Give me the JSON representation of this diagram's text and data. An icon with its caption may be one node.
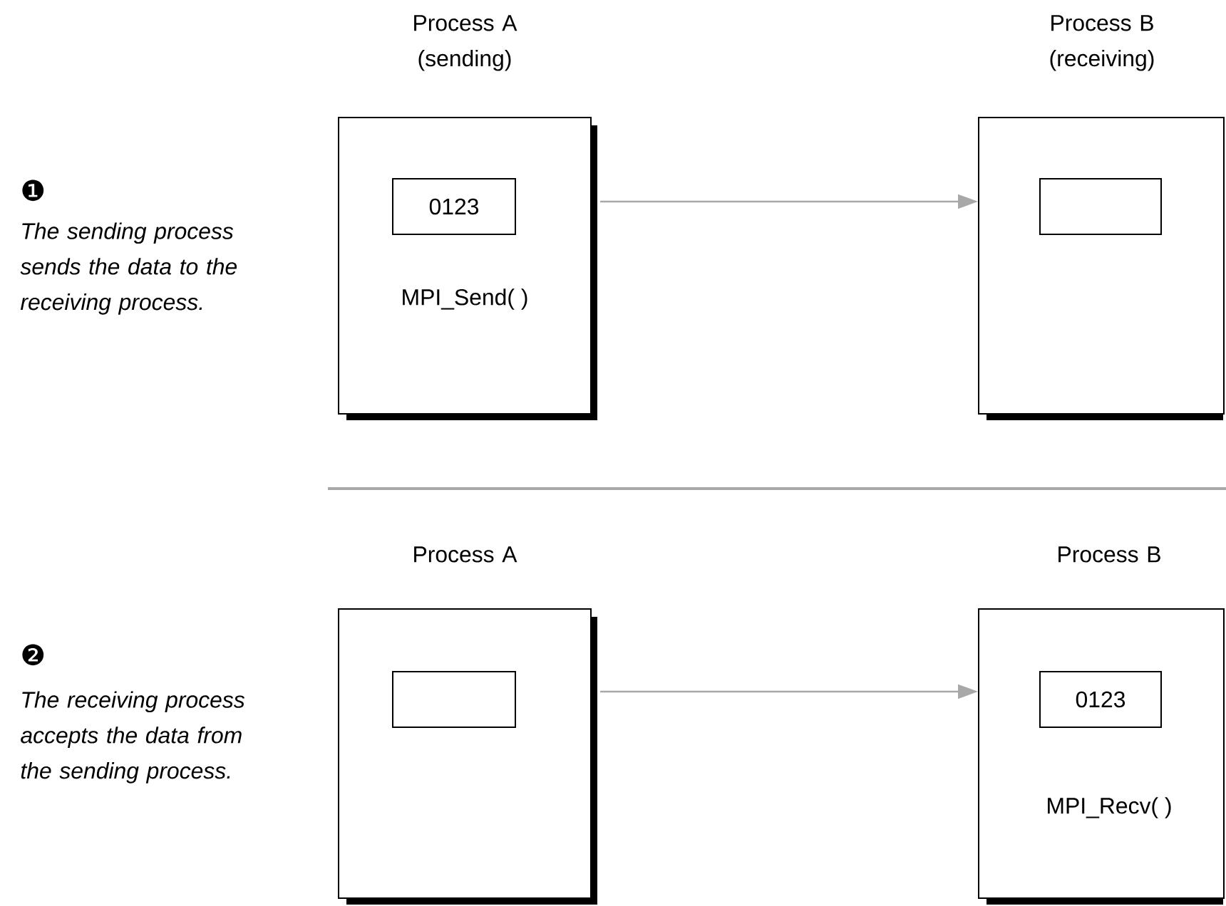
{
  "diagram": {
    "nodes": [
      {
        "text": [
          "Process A (sending)",
          "MPI_Send( )"
        ]
      },
      {
        "text": [
          "0123"
        ],
        "in": 0
      },
      {
        "text": [
          "Process B (receiving)"
        ]
      },
      {
        "text": [],
        "shape": "box",
        "in": 2
      },
      {
        "text": [
          "Process A"
        ]
      },
      {
        "text": [],
        "shape": "box",
        "in": 4
      },
      {
        "text": [
          "Process B",
          "MPI_Recv( )"
        ]
      },
      {
        "text": [
          "0123"
        ],
        "in": 6
      }
    ],
    "edges": [
      {
        "from": 0,
        "to": 2,
        "arrow": "to"
      },
      {
        "from": 4,
        "to": 6,
        "arrow": "to"
      }
    ],
    "labels": [
      "❶",
      "The sending process sends the data to the receiving process.",
      "❷",
      "The receiving process accepts the data from the sending process."
    ]
  }
}
